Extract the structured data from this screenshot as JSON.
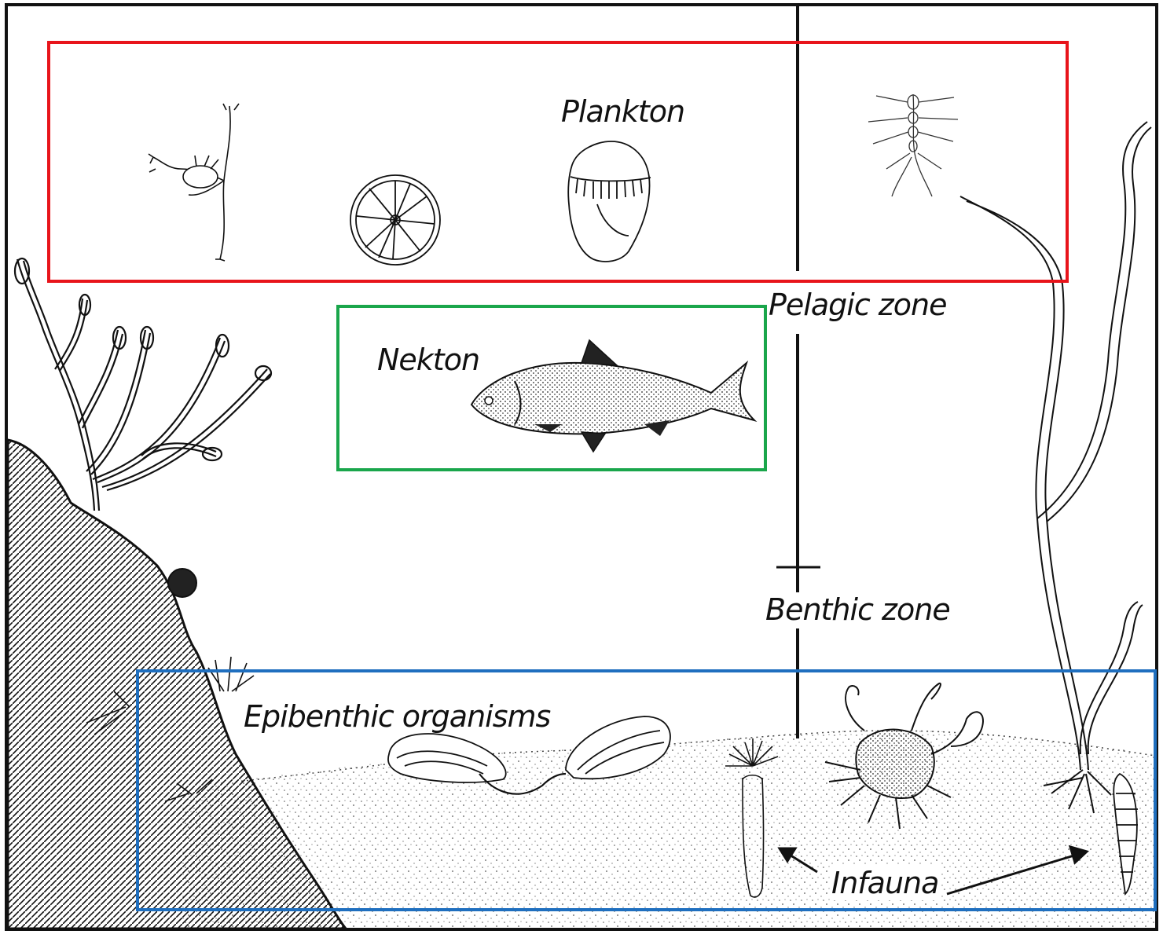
{
  "diagram": {
    "labels": {
      "plankton": "Plankton",
      "nekton": "Nekton",
      "pelagic_zone": "Pelagic zone",
      "benthic_zone": "Benthic zone",
      "epibenthic": "Epibenthic organisms",
      "infauna": "Infauna"
    },
    "group_colors": {
      "plankton": "#e8141b",
      "nekton": "#1aa64b",
      "benthic": "#1f6fbf"
    },
    "organisms": [
      "copepod-icon",
      "diatom-icon",
      "jellyfish-icon",
      "larva-icon",
      "fish-icon",
      "seaweed-icon",
      "eelgrass-icon",
      "mussel-icon",
      "anemone-icon",
      "crab-icon",
      "shrimp-icon"
    ]
  }
}
